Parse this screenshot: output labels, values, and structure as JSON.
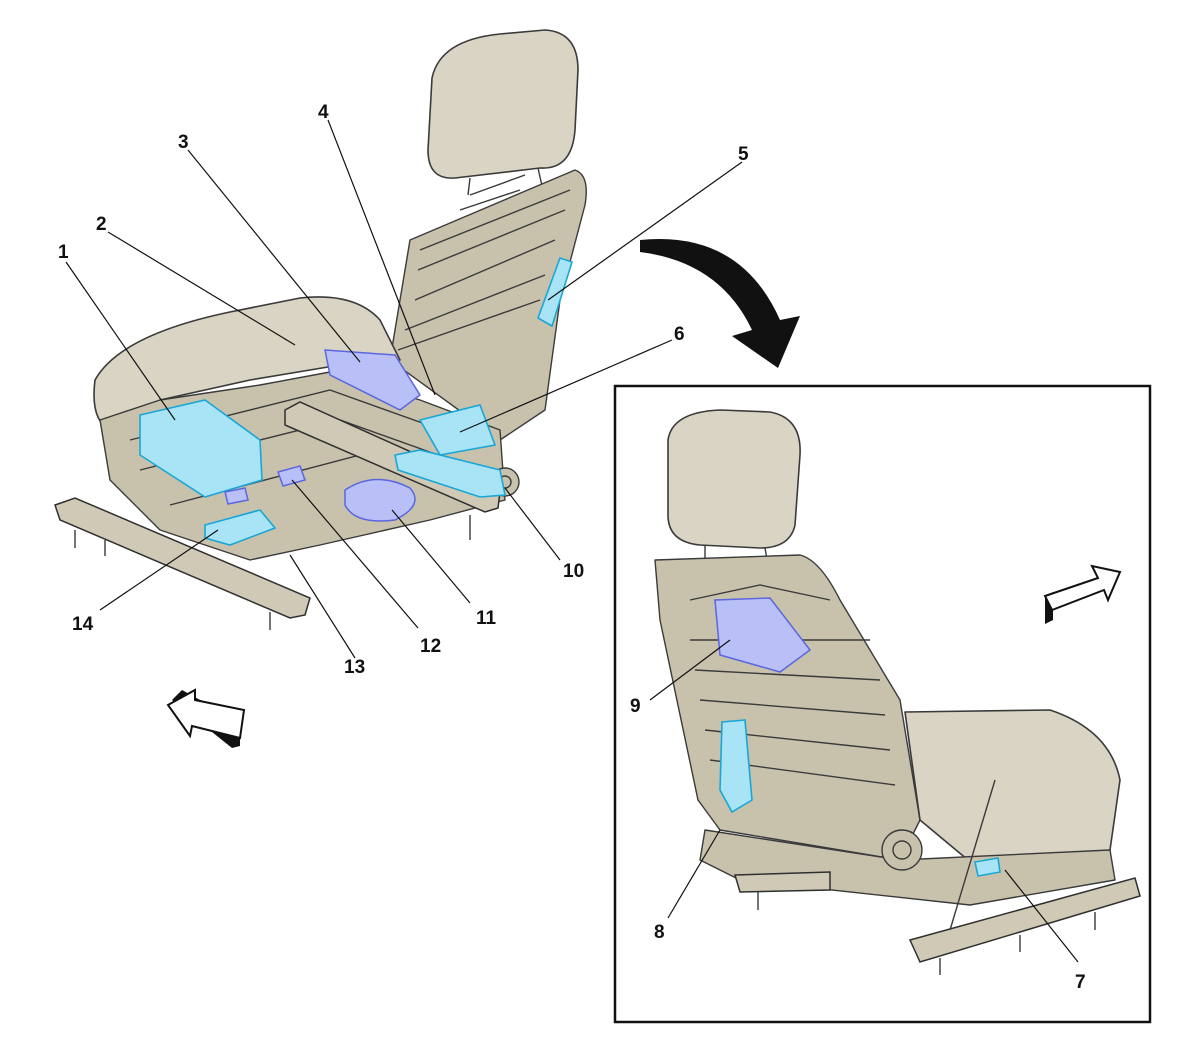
{
  "callouts": [
    "1",
    "2",
    "3",
    "4",
    "5",
    "6",
    "7",
    "8",
    "9",
    "10",
    "11",
    "12",
    "13",
    "14"
  ],
  "colors": {
    "highlight_cyan": "#19a6d6",
    "highlight_blue": "#5b66e0",
    "seat_trim": "#d9d4c3"
  },
  "icons": {
    "transition_arrow": "curved-arrow-icon",
    "forward_direction": "forward-arrow-icon"
  }
}
